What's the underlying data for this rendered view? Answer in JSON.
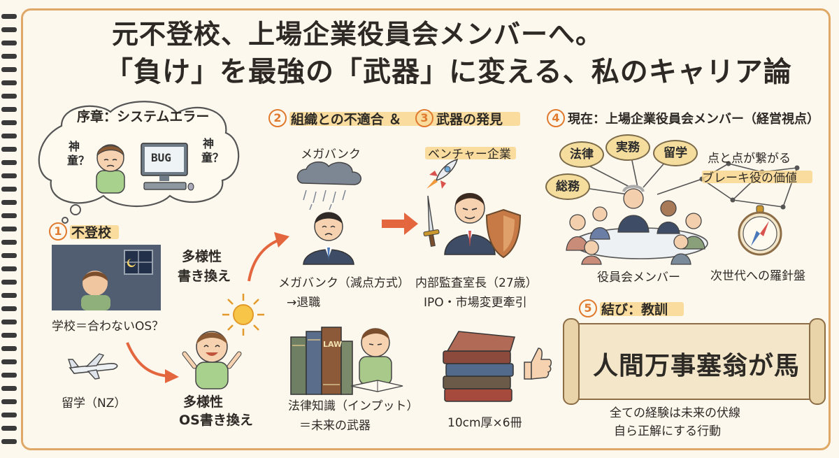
{
  "title": {
    "line1": "元不登校、上場企業役員会メンバーへ。",
    "line2": "「負け」を最強の「武器」に変える、私のキャリア論"
  },
  "prologue": {
    "heading": "序章：システムエラー",
    "left_label": "神童？",
    "right_label": "神童？",
    "monitor_text": "BUG"
  },
  "section1": {
    "number": "1",
    "title": "不登校",
    "caption": "学校＝合わないOS？",
    "side_line1": "多様性",
    "side_line2": "書き換え",
    "study_abroad": "留学（NZ）",
    "result_line1": "多様性",
    "result_line2": "OS書き換え"
  },
  "section23": {
    "number2": "2",
    "number3": "3",
    "title": "組織との不適合 ＆ ",
    "title_b": "武器の発見",
    "megabank_label": "メガバンク",
    "megabank_caption_line1": "メガバンク（減点方式）",
    "megabank_caption_line2": "→退職",
    "venture_label": "ベンチャー企業",
    "venture_caption_line1": "内部監査室長（27歳）",
    "venture_caption_line2": "IPO・市場変更牽引",
    "book_spine": "LAW",
    "law_caption_line1": "法律知識（インプット）",
    "law_caption_line2": "＝未来の武器",
    "books_caption": "10cm厚×6冊"
  },
  "section4": {
    "number": "4",
    "title": "現在：上場企業役員会メンバー（経営視点）",
    "skills": [
      "法律",
      "実務",
      "留学",
      "総務"
    ],
    "network_line1": "点と点が繋がる",
    "network_line2": "ブレーキ役の価値",
    "board_caption": "役員会メンバー",
    "compass_caption": "次世代への羅針盤"
  },
  "section5": {
    "number": "5",
    "title": "結び：教訓",
    "proverb": "人間万事塞翁が馬",
    "lesson_line1": "全ての経験は未来の伏線",
    "lesson_line2": "自ら正解にする行動"
  },
  "colors": {
    "accent": "#e07a2e",
    "highlight": "#f7d58a",
    "frame": "#e0a867",
    "arrow": "#e4663f"
  }
}
